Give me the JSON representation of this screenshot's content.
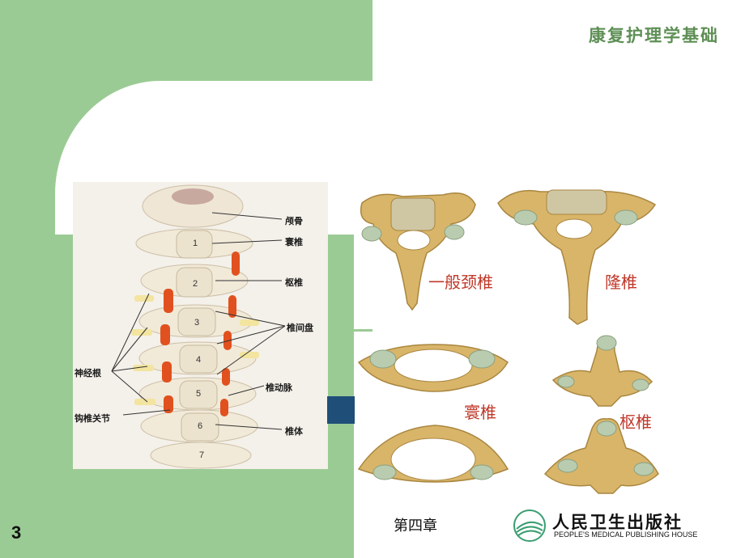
{
  "header": {
    "title": "康复护理学基础"
  },
  "footer": {
    "page_number": "3",
    "chapter": "第四章",
    "publisher_cn": "人民卫生出版社",
    "publisher_en": "PEOPLE'S MEDICAL PUBLISHING HOUSE"
  },
  "spine_figure": {
    "labels": {
      "occipital": "颅骨",
      "atlas": "寰椎",
      "axis": "枢椎",
      "disc": "椎间盘",
      "nerve_root": "神经根",
      "artery": "椎动脉",
      "uncovertebral": "钩椎关节",
      "body": "椎体"
    },
    "numbers": [
      "1",
      "2",
      "3",
      "4",
      "5",
      "6",
      "7"
    ]
  },
  "vertebra_figure": {
    "labels": {
      "typical": "一般颈椎",
      "prominens": "隆椎",
      "atlas": "寰椎",
      "axis": "枢椎"
    }
  },
  "colors": {
    "green": "#9bcb94",
    "title_green": "#5e8f55",
    "blue_bar": "#1f4e79",
    "bone": "#d9b56a",
    "label_red": "#c0392b"
  }
}
